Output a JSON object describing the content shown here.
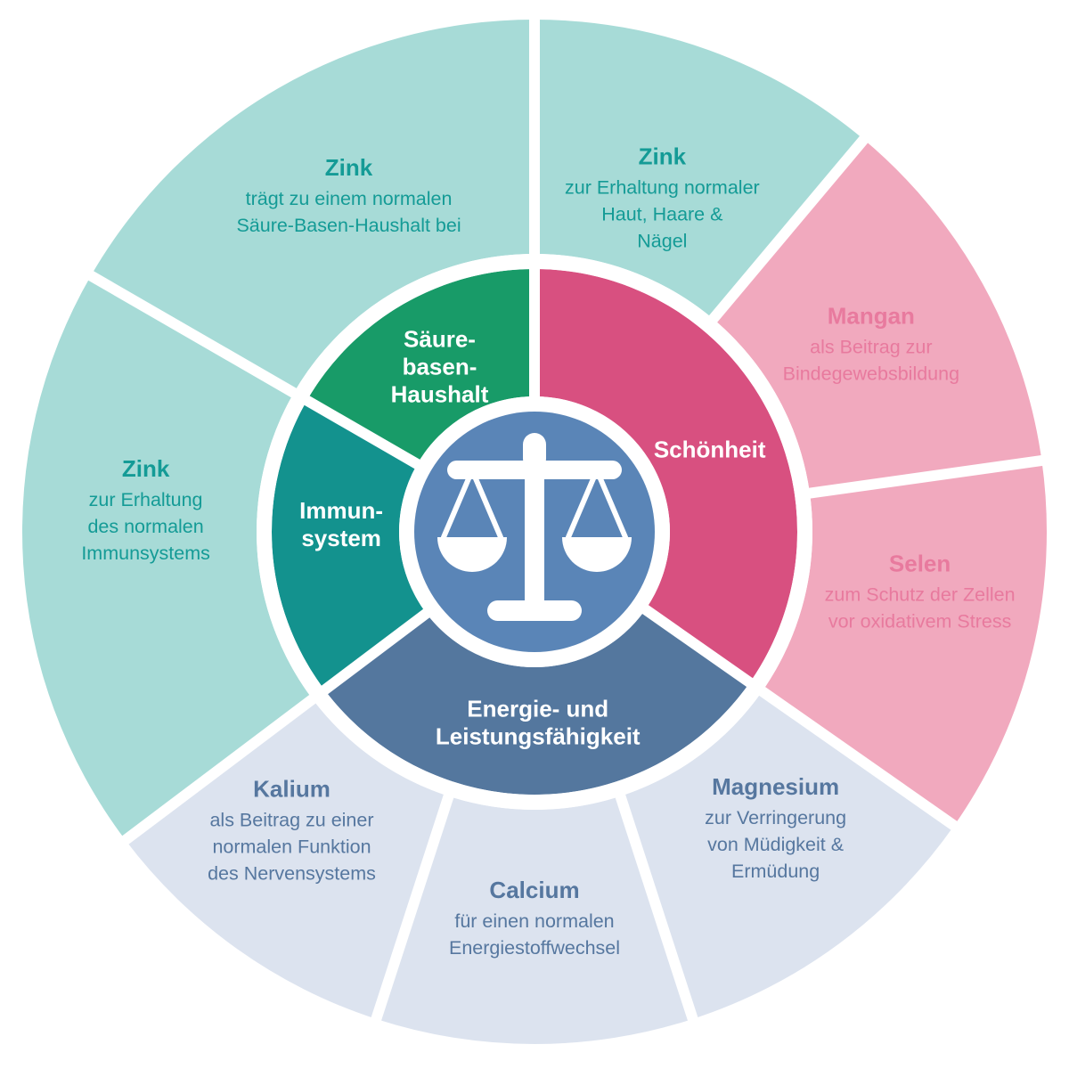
{
  "diagram": {
    "type": "wheel-infographic",
    "background_color": "#ffffff",
    "divider_color": "#ffffff",
    "center_circle_color": "#5A85B7",
    "icon_color": "#ffffff",
    "center_icon": "balance-scale-icon",
    "inner_segments": [
      {
        "id": "schoenheit",
        "lines": [
          "Schönheit"
        ],
        "start": 0,
        "end": 125,
        "fill": "#D85080",
        "text_color": "#ffffff",
        "label_angle": 65,
        "label_r": 217
      },
      {
        "id": "energie",
        "lines": [
          "Energie- und",
          "Leistungsfähigkeit"
        ],
        "start": 125,
        "end": 233,
        "fill": "#54779E",
        "text_color": "#ffffff",
        "label_angle": 179,
        "label_r": 215
      },
      {
        "id": "immunsystem",
        "lines": [
          "Immun-",
          "system"
        ],
        "start": 233,
        "end": 300,
        "fill": "#13928E",
        "text_color": "#ffffff",
        "label_angle": 272,
        "label_r": 217
      },
      {
        "id": "saeure-basen-haushalt",
        "lines": [
          "Säure-",
          "basen-",
          "Haushalt"
        ],
        "start": 300,
        "end": 360,
        "fill": "#189B68",
        "text_color": "#ffffff",
        "label_angle": 330,
        "label_r": 213
      }
    ],
    "outer_segments": [
      {
        "id": "zink-haut-haare-naegel",
        "name": "Zink",
        "desc_lines": [
          "zur Erhaltung normaler",
          "Haut, Haare &",
          "Nägel"
        ],
        "start": 0,
        "end": 40,
        "fill": "#A7DBD7",
        "text_color": "#149B96",
        "label_angle": 21,
        "label_r": 400
      },
      {
        "id": "mangan",
        "name": "Mangan",
        "desc_lines": [
          "als Beitrag zur",
          "Bindegewebsbildung"
        ],
        "start": 40,
        "end": 82,
        "fill": "#F1A9BE",
        "text_color": "#E87A9E",
        "label_angle": 61,
        "label_r": 432
      },
      {
        "id": "selen",
        "name": "Selen",
        "desc_lines": [
          "zum Schutz der Zellen",
          "vor oxidativem Stress"
        ],
        "start": 82,
        "end": 125,
        "fill": "#F1A9BE",
        "text_color": "#E87A9E",
        "label_angle": 99,
        "label_r": 438
      },
      {
        "id": "magnesium",
        "name": "Magnesium",
        "desc_lines": [
          "zur Verringerung",
          "von Müdigkeit &",
          "Ermüdung"
        ],
        "start": 125,
        "end": 162,
        "fill": "#DCE3EF",
        "text_color": "#56779F",
        "label_angle": 141,
        "label_r": 430
      },
      {
        "id": "calcium",
        "name": "Calcium",
        "desc_lines": [
          "für einen normalen",
          "Energiestoffwechsel"
        ],
        "start": 162,
        "end": 198,
        "fill": "#DCE3EF",
        "text_color": "#56779F",
        "label_angle": 180,
        "label_r": 435
      },
      {
        "id": "kalium",
        "name": "Kalium",
        "desc_lines": [
          "als Beitrag zu einer",
          "normalen Funktion",
          "des Nervensystems"
        ],
        "start": 198,
        "end": 233,
        "fill": "#DCE3EF",
        "text_color": "#56779F",
        "label_angle": 219,
        "label_r": 433
      },
      {
        "id": "zink-immunsystem",
        "name": "Zink",
        "desc_lines": [
          "zur Erhaltung",
          "des normalen",
          "Immunsystems"
        ],
        "start": 233,
        "end": 300,
        "fill": "#A7DBD7",
        "text_color": "#149B96",
        "label_angle": 273,
        "label_r": 437
      },
      {
        "id": "zink-saeure-basen",
        "name": "Zink",
        "desc_lines": [
          "trägt zu einem normalen",
          "Säure-Basen-Haushalt bei"
        ],
        "start": 300,
        "end": 360,
        "fill": "#A7DBD7",
        "text_color": "#149B96",
        "label_angle": 331,
        "label_r": 430
      }
    ]
  }
}
